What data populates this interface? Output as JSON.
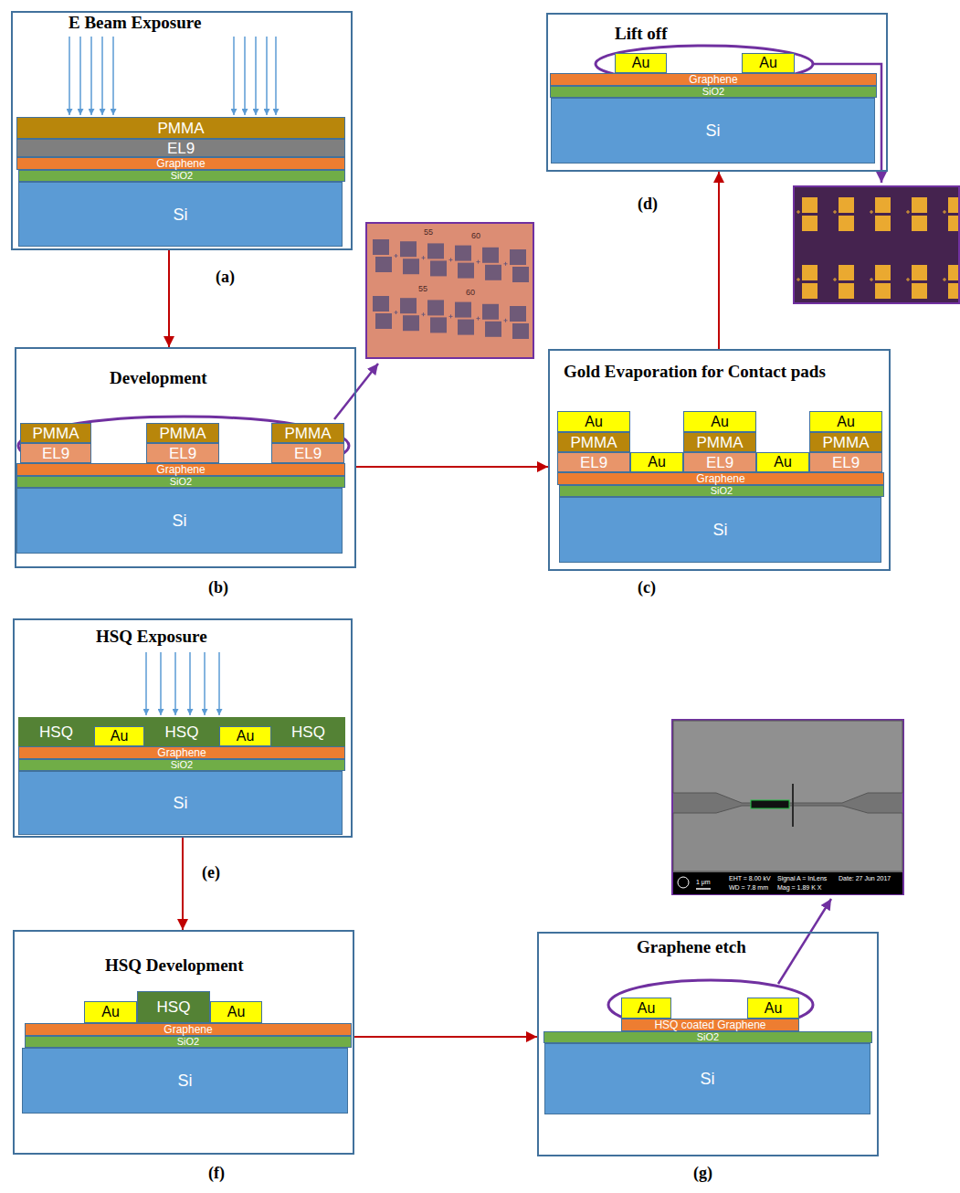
{
  "diagram": {
    "nodes": [
      {
        "text": [
          "E Beam Exposure",
          "(a)"
        ]
      },
      {
        "text": [
          "PMMA"
        ],
        "in": 0
      },
      {
        "text": [
          "EL9"
        ],
        "in": 0
      },
      {
        "text": [
          "Graphene"
        ],
        "in": 0
      },
      {
        "text": [
          "SiO2"
        ],
        "in": 0
      },
      {
        "text": [
          "Si"
        ],
        "in": 0
      },
      {
        "text": [
          "Development",
          "(b)"
        ]
      },
      {
        "text": [
          "PMMA"
        ],
        "in": 6
      },
      {
        "text": [
          "PMMA"
        ],
        "in": 6
      },
      {
        "text": [
          "PMMA"
        ],
        "in": 6
      },
      {
        "text": [
          "EL9"
        ],
        "in": 6
      },
      {
        "text": [
          "EL9"
        ],
        "in": 6
      },
      {
        "text": [
          "EL9"
        ],
        "in": 6
      },
      {
        "text": [
          "Graphene"
        ],
        "in": 6
      },
      {
        "text": [
          "SiO2"
        ],
        "in": 6
      },
      {
        "text": [
          "Si"
        ],
        "in": 6
      },
      {
        "text": [
          "Gold Evaporation for Contact pads",
          "(c)"
        ]
      },
      {
        "text": [
          "Au"
        ],
        "in": 16
      },
      {
        "text": [
          "Au"
        ],
        "in": 16
      },
      {
        "text": [
          "Au"
        ],
        "in": 16
      },
      {
        "text": [
          "PMMA"
        ],
        "in": 16
      },
      {
        "text": [
          "PMMA"
        ],
        "in": 16
      },
      {
        "text": [
          "PMMA"
        ],
        "in": 16
      },
      {
        "text": [
          "EL9"
        ],
        "in": 16
      },
      {
        "text": [
          "Au"
        ],
        "in": 16
      },
      {
        "text": [
          "EL9"
        ],
        "in": 16
      },
      {
        "text": [
          "Au"
        ],
        "in": 16
      },
      {
        "text": [
          "EL9"
        ],
        "in": 16
      },
      {
        "text": [
          "Graphene"
        ],
        "in": 16
      },
      {
        "text": [
          "SiO2"
        ],
        "in": 16
      },
      {
        "text": [
          "Si"
        ],
        "in": 16
      },
      {
        "text": [
          "Lift off",
          "(d)"
        ]
      },
      {
        "text": [
          "Au"
        ],
        "in": 31
      },
      {
        "text": [
          "Au"
        ],
        "in": 31
      },
      {
        "text": [
          "Graphene"
        ],
        "in": 31
      },
      {
        "text": [
          "SiO2"
        ],
        "in": 31
      },
      {
        "text": [
          "Si"
        ],
        "in": 31
      },
      {
        "text": [
          "HSQ Exposure",
          "(e)"
        ]
      },
      {
        "text": [
          "HSQ"
        ],
        "in": 37
      },
      {
        "text": [
          "Au"
        ],
        "in": 37
      },
      {
        "text": [
          "HSQ"
        ],
        "in": 37
      },
      {
        "text": [
          "Au"
        ],
        "in": 37
      },
      {
        "text": [
          "HSQ"
        ],
        "in": 37
      },
      {
        "text": [
          "Graphene"
        ],
        "in": 37
      },
      {
        "text": [
          "SiO2"
        ],
        "in": 37
      },
      {
        "text": [
          "Si"
        ],
        "in": 37
      },
      {
        "text": [
          "HSQ Development",
          "(f)"
        ]
      },
      {
        "text": [
          "Au"
        ],
        "in": 46
      },
      {
        "text": [
          "HSQ"
        ],
        "in": 46
      },
      {
        "text": [
          "Au"
        ],
        "in": 46
      },
      {
        "text": [
          "Graphene"
        ],
        "in": 46
      },
      {
        "text": [
          "SiO2"
        ],
        "in": 46
      },
      {
        "text": [
          "Si"
        ],
        "in": 46
      },
      {
        "text": [
          "Graphene etch",
          "(g)"
        ]
      },
      {
        "text": [
          "Au"
        ],
        "in": 53
      },
      {
        "text": [
          "Au"
        ],
        "in": 53
      },
      {
        "text": [
          "HSQ coated Graphene"
        ],
        "in": 53
      },
      {
        "text": [
          "SiO2"
        ],
        "in": 53
      },
      {
        "text": [
          "Si"
        ],
        "in": 53
      }
    ],
    "edges": [
      {
        "from": 0,
        "to": 6,
        "arrow": "to"
      },
      {
        "from": 6,
        "to": 16,
        "arrow": "to"
      },
      {
        "from": 16,
        "to": 31,
        "arrow": "to"
      },
      {
        "from": 37,
        "to": 46,
        "arrow": "to"
      },
      {
        "from": 46,
        "to": 53,
        "arrow": "to"
      }
    ],
    "labels": [
      "55",
      "60",
      "55",
      "60",
      "1 μm",
      "EHT = 8.00 kV",
      "WD = 7.8 mm",
      "Signal A = InLens",
      "Mag = 1.89 K X",
      "Date: 27 Jun 2017"
    ]
  }
}
